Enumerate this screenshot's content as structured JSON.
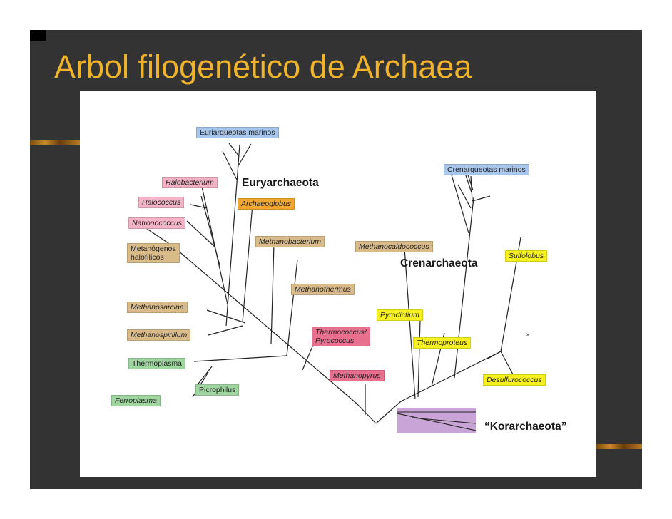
{
  "slide": {
    "title": "Arbol filogenético de Archaea",
    "colors": {
      "background": "#333333",
      "title": "#f0b42c",
      "blue": "#a8c6ec",
      "pink": "#f4b3c6",
      "orange": "#f2a830",
      "tan": "#d9bb8a",
      "red": "#e8708e",
      "yellow": "#f7f020",
      "green": "#9fd6a0",
      "purple": "#c9a4d6"
    }
  },
  "tree": {
    "clades": {
      "euryarchaeota": "Euryarchaeota",
      "crenarchaeota": "Crenarchaeota",
      "korarchaeota": "“Korarchaeota”"
    },
    "labels": {
      "euriarqueotas_marinos": "Euriarqueotas marinos",
      "halobacterium": "Halobacterium",
      "halococcus": "Halococcus",
      "natronococcus": "Natronococcus",
      "metanogenos_line1": "Metanógenos",
      "metanogenos_line2": "halofílicos",
      "archaeoglobus": "Archaeoglobus",
      "methanobacterium": "Methanobacterium",
      "methanothermus": "Methanothermus",
      "methanosarcina": "Methanosarcina",
      "methanospirillum": "Methanospirillum",
      "thermoplasma": "Thermoplasma",
      "picrophilus": "Picrophilus",
      "ferroplasma": "Ferroplasma",
      "thermococcus_line1": "Thermococcus/",
      "thermococcus_line2": "Pyrococcus",
      "methanopyrus": "Methanopyrus",
      "methanocaldococcus": "Methanocaldococcus",
      "pyrodictium": "Pyrodictium",
      "thermoproteus": "Thermoproteus",
      "crenarqueotas_marinos": "Crenarqueotas marinos",
      "sulfolobus": "Sulfolobus",
      "desulfurococcus": "Desulfurococcus"
    }
  }
}
